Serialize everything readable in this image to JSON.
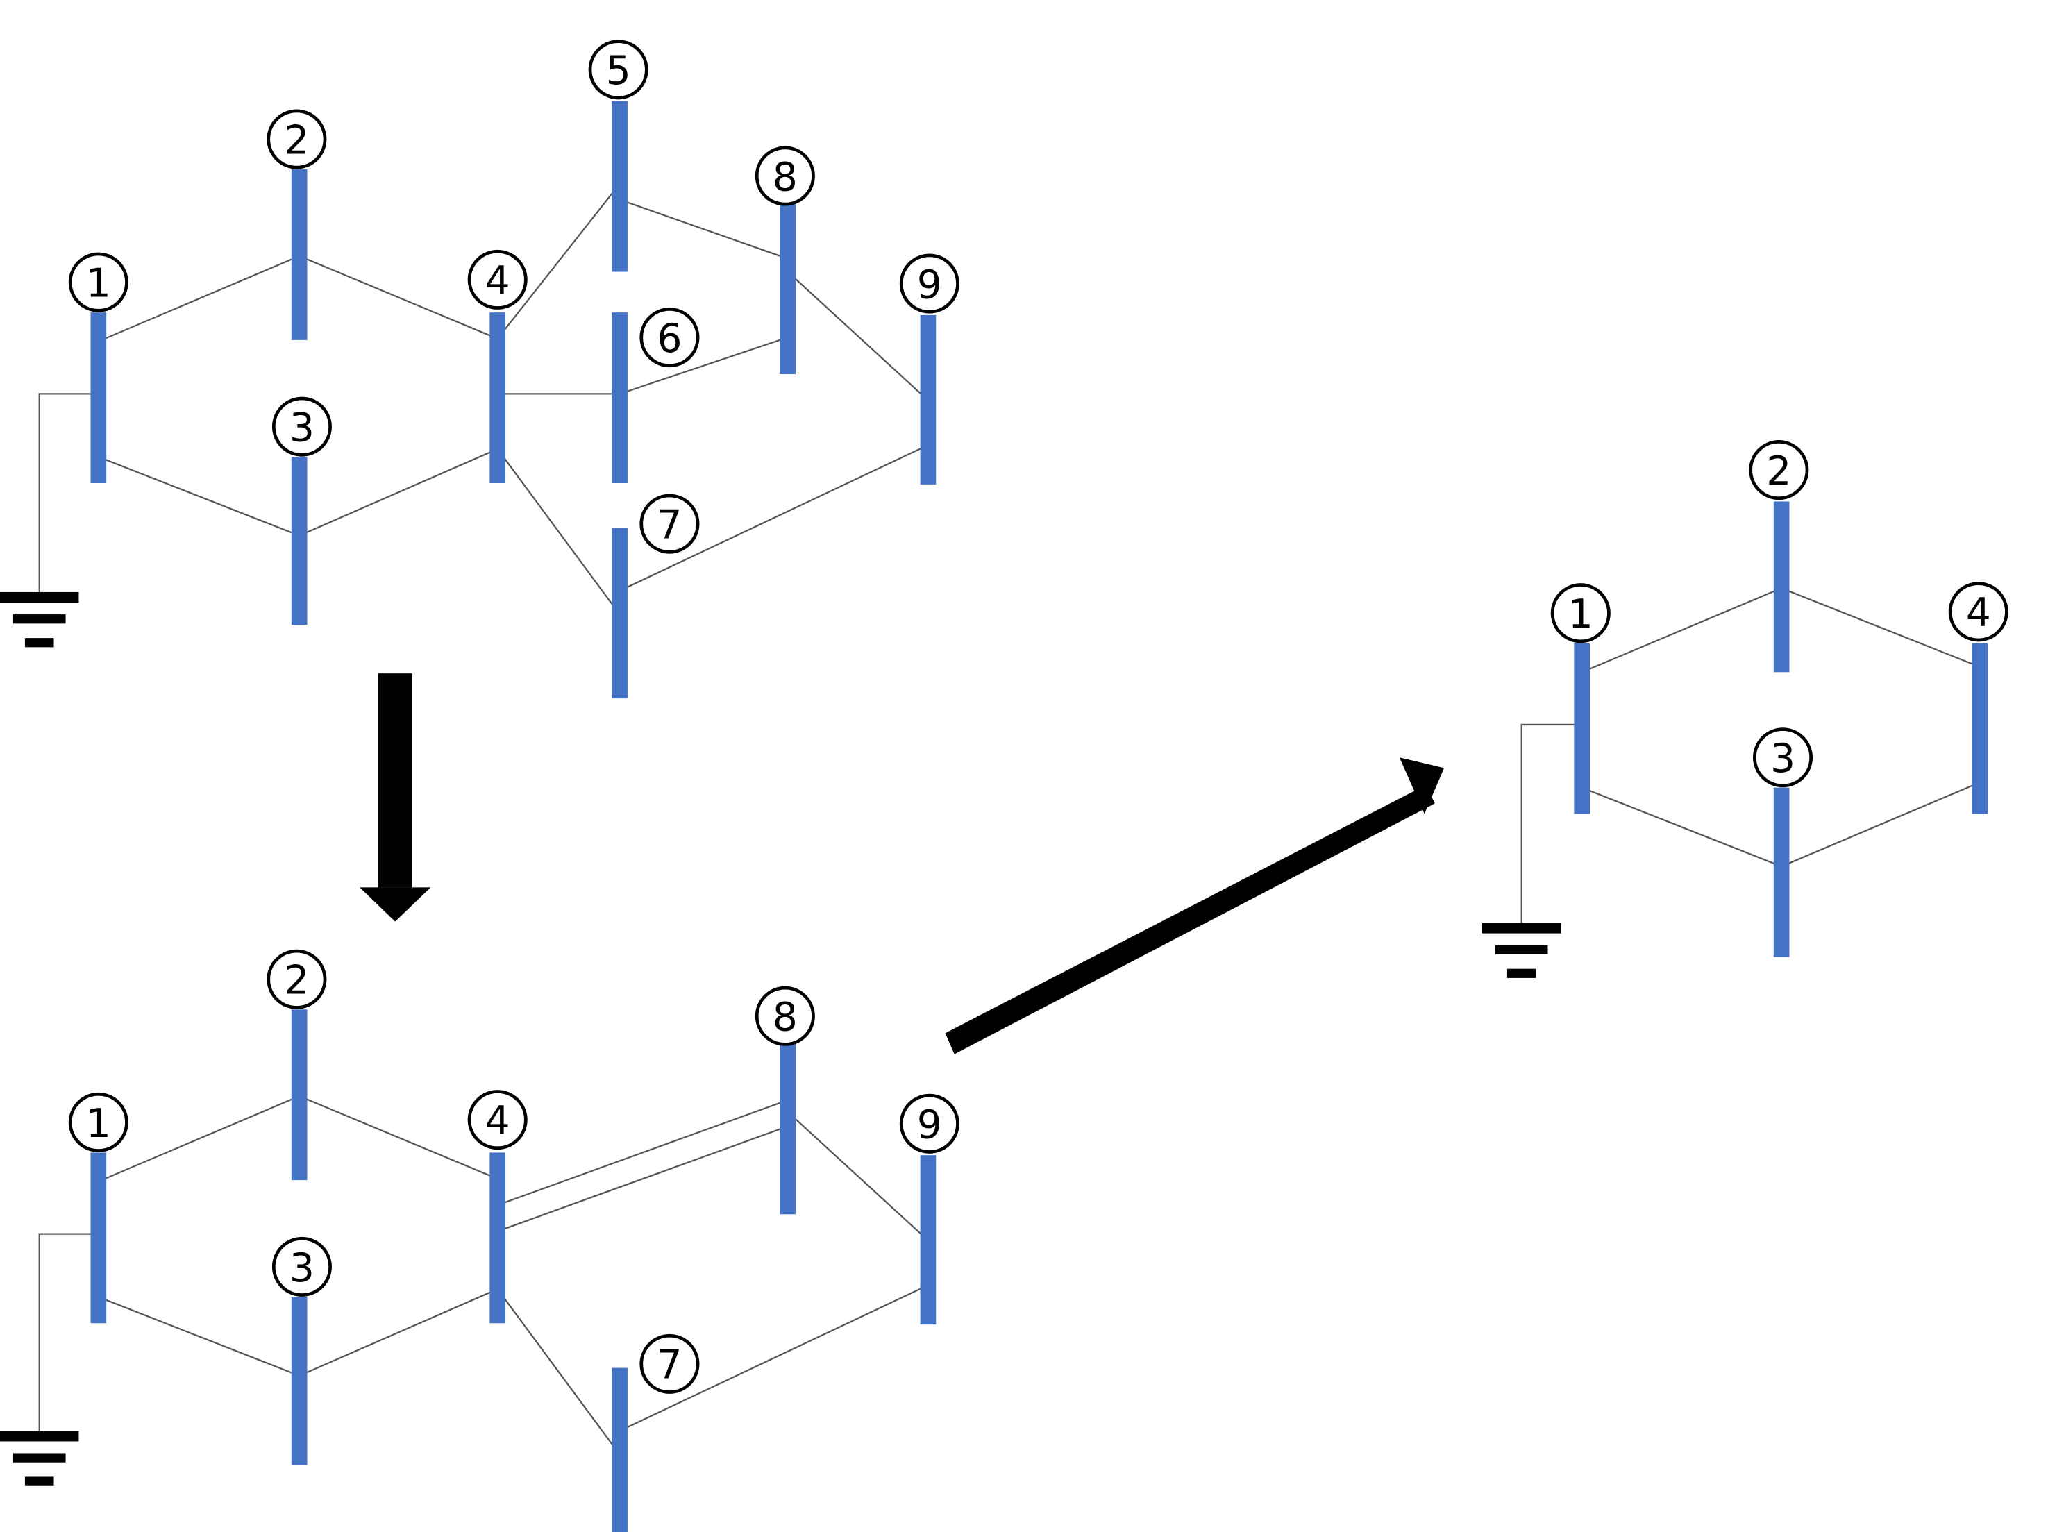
{
  "colors": {
    "bus": "#4472C4",
    "line": "#555555",
    "ground": "#000000",
    "arrow": "#000000",
    "background": "#ffffff"
  },
  "diagrams": [
    {
      "name": "original-network",
      "buses": [
        {
          "label": "1"
        },
        {
          "label": "2"
        },
        {
          "label": "3"
        },
        {
          "label": "4"
        },
        {
          "label": "5"
        },
        {
          "label": "6"
        },
        {
          "label": "7"
        },
        {
          "label": "8"
        },
        {
          "label": "9"
        }
      ],
      "branches": [
        [
          "1",
          "2"
        ],
        [
          "1",
          "3"
        ],
        [
          "2",
          "4"
        ],
        [
          "3",
          "4"
        ],
        [
          "4",
          "5"
        ],
        [
          "4",
          "6"
        ],
        [
          "4",
          "7"
        ],
        [
          "5",
          "8"
        ],
        [
          "6",
          "8"
        ],
        [
          "7",
          "9"
        ],
        [
          "8",
          "9"
        ]
      ],
      "ground_at": "1"
    },
    {
      "name": "intermediate-network",
      "buses": [
        {
          "label": "1"
        },
        {
          "label": "2"
        },
        {
          "label": "3"
        },
        {
          "label": "4"
        },
        {
          "label": "7"
        },
        {
          "label": "8"
        },
        {
          "label": "9"
        }
      ],
      "branches": [
        [
          "1",
          "2"
        ],
        [
          "1",
          "3"
        ],
        [
          "2",
          "4"
        ],
        [
          "3",
          "4"
        ],
        [
          "4",
          "8"
        ],
        [
          "4",
          "8"
        ],
        [
          "4",
          "7"
        ],
        [
          "7",
          "9"
        ],
        [
          "8",
          "9"
        ]
      ],
      "ground_at": "1"
    },
    {
      "name": "reduced-network",
      "buses": [
        {
          "label": "1"
        },
        {
          "label": "2"
        },
        {
          "label": "3"
        },
        {
          "label": "4"
        }
      ],
      "branches": [
        [
          "1",
          "2"
        ],
        [
          "1",
          "3"
        ],
        [
          "2",
          "4"
        ],
        [
          "3",
          "4"
        ]
      ],
      "ground_at": "1"
    }
  ],
  "arrows": [
    {
      "name": "down-arrow",
      "direction": "down"
    },
    {
      "name": "diagonal-arrow",
      "direction": "up-right"
    }
  ]
}
